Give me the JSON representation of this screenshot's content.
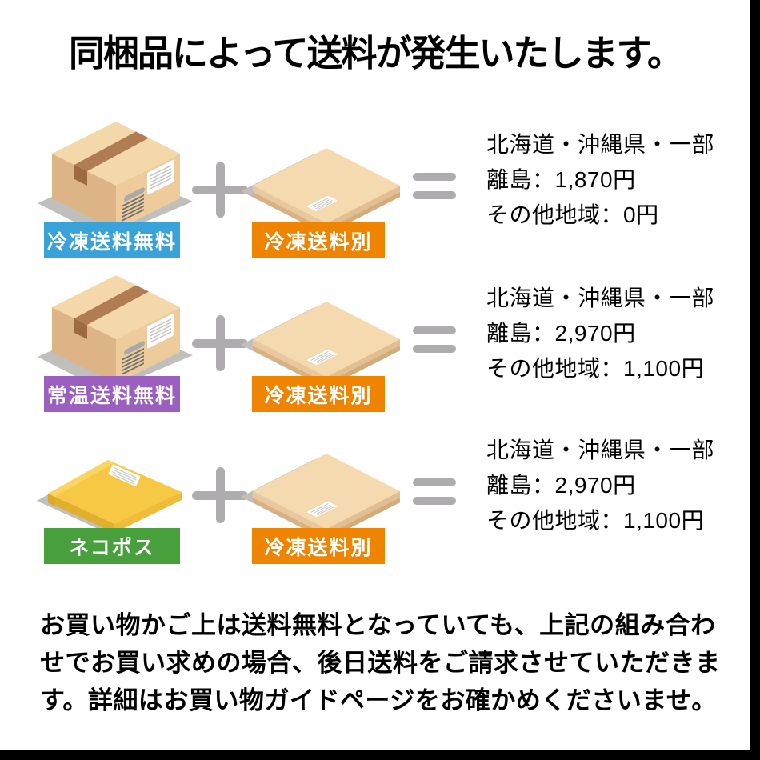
{
  "title": "同梱品によって送料が発生いたします。",
  "rows": [
    {
      "left_item": {
        "label": "冷凍送料無料",
        "color": "#39A2D8",
        "icon": "cardboard-box"
      },
      "right_item": {
        "label": "冷凍送料別",
        "color": "#EE8400",
        "icon": "flat-box"
      },
      "fees": {
        "region_line": "北海道・沖縄県・一部",
        "remote_line": "離島：1,870円",
        "other_line": "その他地域：0円"
      }
    },
    {
      "left_item": {
        "label": "常温送料無料",
        "color": "#9B5FC0",
        "icon": "cardboard-box"
      },
      "right_item": {
        "label": "冷凍送料別",
        "color": "#EE8400",
        "icon": "flat-box"
      },
      "fees": {
        "region_line": "北海道・沖縄県・一部",
        "remote_line": "離島：2,970円",
        "other_line": "その他地域：1,100円"
      }
    },
    {
      "left_item": {
        "label": "ネコポス",
        "color": "#47A03C",
        "icon": "envelope"
      },
      "right_item": {
        "label": "冷凍送料別",
        "color": "#EE8400",
        "icon": "flat-box"
      },
      "fees": {
        "region_line": "北海道・沖縄県・一部",
        "remote_line": "離島：2,970円",
        "other_line": "その他地域：1,100円"
      }
    }
  ],
  "footer_note": "お買い物かご上は送料無料となっていても、上記の組み合わせでお買い求めの場合、後日送料をご請求させていただきます。詳細はお買い物ガイドページをお確かめくださいませ。",
  "colors": {
    "operator_gray": "#AFACB0",
    "shadow_gray": "#C1BFBC",
    "frame_black": "#000000"
  }
}
